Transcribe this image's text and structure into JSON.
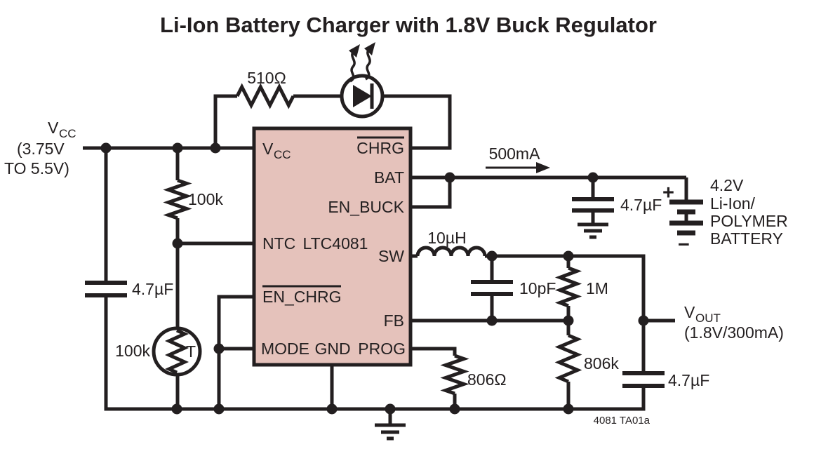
{
  "title": "Li-Ion Battery Charger with 1.8V Buck Regulator",
  "colors": {
    "ic_fill": "#e5c2bb",
    "line": "#231f20"
  },
  "ic": {
    "part": "LTC4081",
    "pins": {
      "vcc_main": "V",
      "vcc_sub": "CC",
      "chrg": "CHRG",
      "bat": "BAT",
      "en_buck": "EN_BUCK",
      "ntc": "NTC",
      "sw": "SW",
      "en_chrg": "EN_CHRG",
      "fb": "FB",
      "mode": "MODE",
      "gnd": "GND",
      "prog": "PROG"
    }
  },
  "nets": {
    "input_v": "V",
    "input_v_sub": "CC",
    "input_range_line1": "(3.75V",
    "input_range_line2": "TO 5.5V)",
    "charge_current": "500mA",
    "output_v": "V",
    "output_v_sub": "OUT",
    "output_rating": "(1.8V/300mA)"
  },
  "battery": {
    "plus": "+",
    "minus": "−",
    "voltage": "4.2V",
    "type_line1": "Li-Ion/",
    "type_line2": "POLYMER",
    "type_line3": "BATTERY"
  },
  "components": {
    "r_led": "510Ω",
    "r_pullup": "100k",
    "c_in": "4.7µF",
    "thermistor": "100k",
    "thermistor_symbol": "T",
    "c_bat": "4.7µF",
    "inductor": "10µH",
    "c_ff": "10pF",
    "r_fb_top": "1M",
    "r_fb_bottom": "806k",
    "r_prog": "806Ω",
    "c_out": "4.7µF"
  },
  "footnote": "4081 TA01a"
}
